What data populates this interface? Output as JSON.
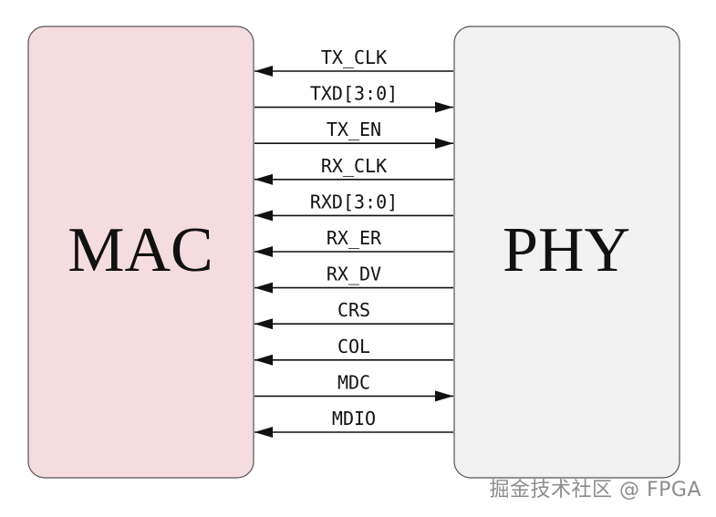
{
  "blocks": {
    "mac": {
      "label": "MAC",
      "fill": "#f5dcdf"
    },
    "phy": {
      "label": "PHY",
      "fill": "#f2f2f2"
    },
    "stroke": "#555555"
  },
  "signals": [
    {
      "name": "TX_CLK",
      "direction": "to-mac"
    },
    {
      "name": "TXD[3:0]",
      "direction": "to-phy"
    },
    {
      "name": "TX_EN",
      "direction": "to-phy"
    },
    {
      "name": "RX_CLK",
      "direction": "to-mac"
    },
    {
      "name": "RXD[3:0]",
      "direction": "to-mac"
    },
    {
      "name": "RX_ER",
      "direction": "to-mac"
    },
    {
      "name": "RX_DV",
      "direction": "to-mac"
    },
    {
      "name": "CRS",
      "direction": "to-mac"
    },
    {
      "name": "COL",
      "direction": "to-mac"
    },
    {
      "name": "MDC",
      "direction": "to-phy"
    },
    {
      "name": "MDIO",
      "direction": "to-mac"
    }
  ],
  "watermark": "掘金技术社区 @ FPGA"
}
